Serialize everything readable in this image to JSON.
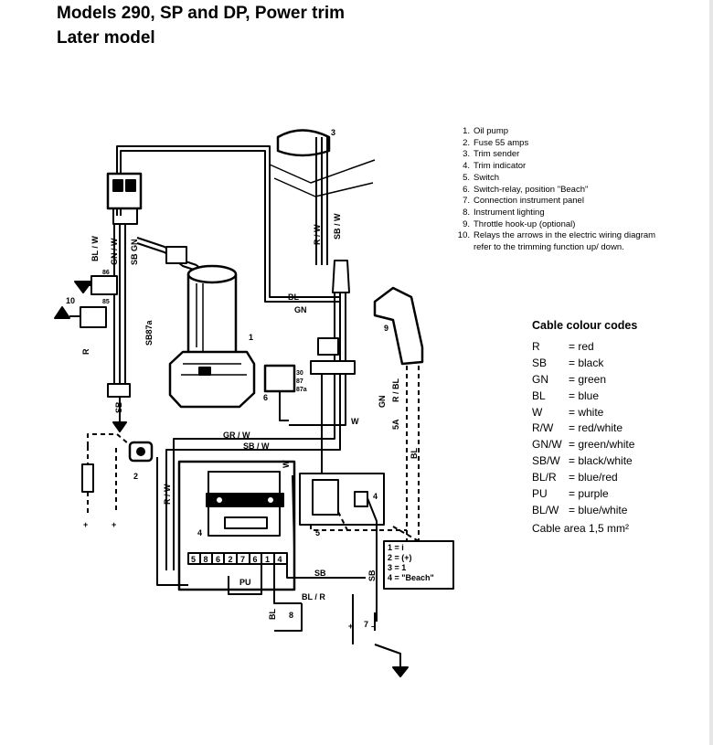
{
  "title": {
    "line1": "Models 290, SP and DP, Power trim",
    "line2": "Later model"
  },
  "legend": [
    {
      "num": "1.",
      "text": "Oil pump"
    },
    {
      "num": "2.",
      "text": "Fuse 55 amps"
    },
    {
      "num": "3.",
      "text": "Trim sender"
    },
    {
      "num": "4.",
      "text": "Trim indicator"
    },
    {
      "num": "5.",
      "text": "Switch"
    },
    {
      "num": "6.",
      "text": "Switch-relay, position \"Beach\""
    },
    {
      "num": "7.",
      "text": "Connection instrument panel"
    },
    {
      "num": "8.",
      "text": "Instrument lighting"
    },
    {
      "num": "9.",
      "text": "Throttle hook-up (optional)"
    },
    {
      "num": "10.",
      "text": "Relays the arrows in the electric wiring diagram refer to the trimming function up/ down."
    }
  ],
  "cable_codes": {
    "title": "Cable colour codes",
    "rows": [
      {
        "code": "R",
        "meaning": "= red"
      },
      {
        "code": "SB",
        "meaning": "= black"
      },
      {
        "code": "GN",
        "meaning": "= green"
      },
      {
        "code": "BL",
        "meaning": "= blue"
      },
      {
        "code": "W",
        "meaning": "= white"
      },
      {
        "code": "R/W",
        "meaning": "= red/white"
      },
      {
        "code": "GN/W",
        "meaning": "= green/white"
      },
      {
        "code": "SB/W",
        "meaning": "= black/white"
      },
      {
        "code": "BL/R",
        "meaning": "= blue/red"
      },
      {
        "code": "PU",
        "meaning": "= purple"
      },
      {
        "code": "BL/W",
        "meaning": "= blue/white"
      }
    ],
    "area": "Cable area 1,5 mm²"
  },
  "diagram": {
    "wire_labels": {
      "bl": "BL",
      "gn": "GN",
      "rw": "R / W",
      "sbw": "SB / W",
      "grw": "GR / W",
      "sbw_h": "SB / W",
      "w": "W",
      "w2": "W",
      "rw_left": "R / W",
      "sb_bottom": "SB",
      "pu": "PU",
      "blr": "BL / R",
      "bl_bottom": "BL",
      "r_left": "R",
      "sb_left": "SB",
      "gn_right": "GN",
      "sa": "5A",
      "blr_v": "R / BL",
      "bl_right": "BL",
      "blw": "BL / W",
      "gnw": "GN / W",
      "sbgn": "SB GN",
      "sbw_r": "SB87a",
      "sb_w2": "SB"
    },
    "callouts": {
      "c1": "1",
      "c2": "2",
      "c3": "3",
      "c4": "4",
      "c4b": "4",
      "c5": "5",
      "c6": "6",
      "c7": "7",
      "c8": "8",
      "c9": "9",
      "c10": "10"
    },
    "terminal_strip": [
      "5",
      "8",
      "6",
      "2",
      "7",
      "6",
      "1",
      "4"
    ],
    "switch_key": [
      "1 = i",
      "2 = (+)",
      "3 = 1",
      "4 = \"Beach\""
    ],
    "pins": {
      "p30": "30",
      "p87": "87",
      "p87a": "87a",
      "p86": "86",
      "p85": "85"
    },
    "symbols": {
      "plus": "+",
      "minus": "–"
    }
  }
}
